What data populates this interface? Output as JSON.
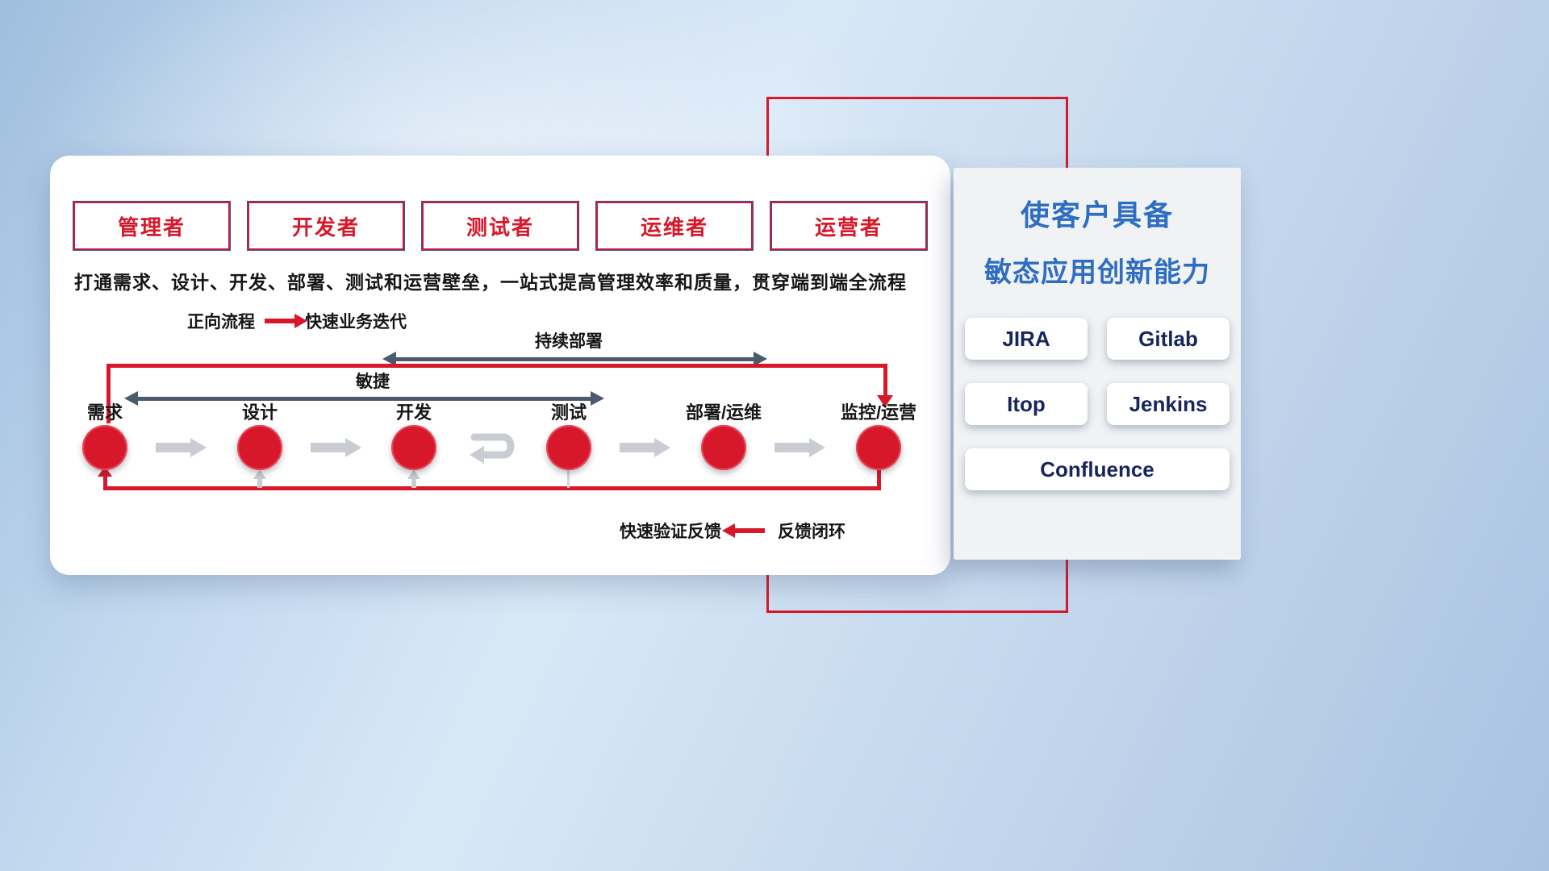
{
  "colors": {
    "accent_red": "#d7182a",
    "title_blue": "#2e6ec2",
    "tool_text": "#16265c",
    "span_arrow_gray": "#4b5a6c",
    "flow_arrow_gray": "#c9ccd2",
    "panel_white": "#ffffff",
    "panel_gray": "#f1f2f4"
  },
  "icons": {
    "forward_arrow": "right-arrow",
    "feedback_arrow": "left-arrow",
    "flow_arrow": "right-arrow",
    "iteration": "loop-return-arrow",
    "agile_span": "double-headed-arrow",
    "cd_span": "double-headed-arrow"
  },
  "main_panel": {
    "roles": [
      "管理者",
      "开发者",
      "测试者",
      "运维者",
      "运营者"
    ],
    "description": "打通需求、设计、开发、部署、测试和运营壁垒，一站式提高管理效率和质量，贯穿端到端全流程",
    "forward_legend": {
      "label": "正向流程",
      "value": "快速业务迭代"
    },
    "spans": {
      "continuous_deployment": "持续部署",
      "agile": "敏捷"
    },
    "stages": [
      "需求",
      "设计",
      "开发",
      "测试",
      "部署/运维",
      "监控/运营"
    ],
    "feedback_legend": {
      "label": "快速验证反馈",
      "value": "反馈闭环"
    }
  },
  "side_panel": {
    "title_line1": "使客户具备",
    "title_line2": "敏态应用创新能力",
    "tools": [
      "JIRA",
      "Gitlab",
      "Itop",
      "Jenkins",
      "Confluence"
    ]
  }
}
